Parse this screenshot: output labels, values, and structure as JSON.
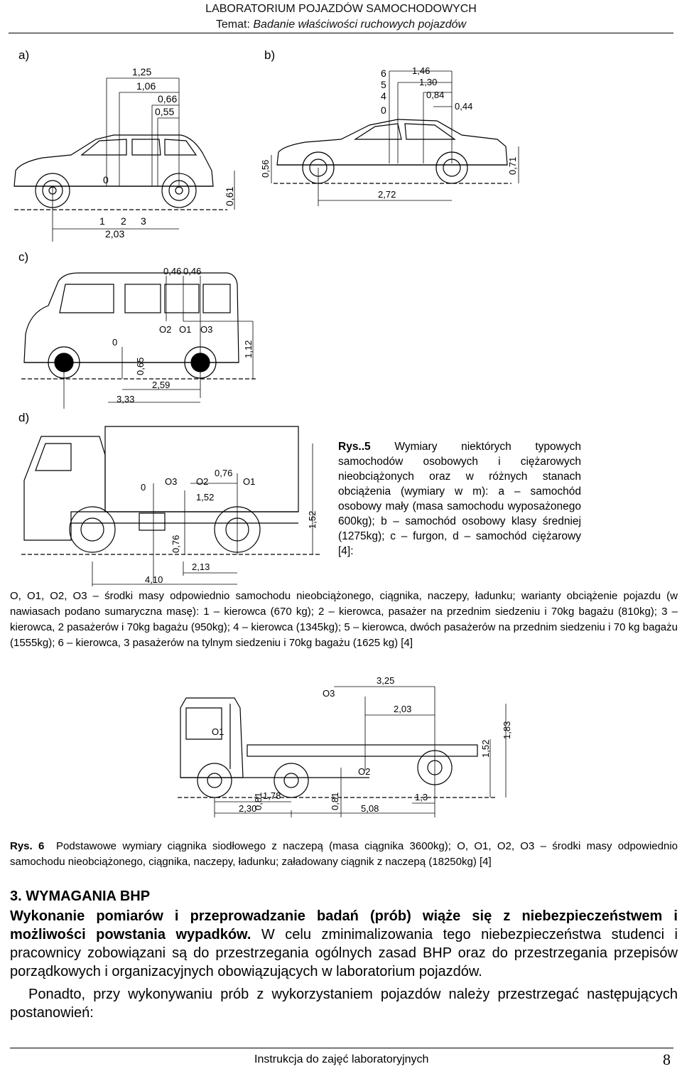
{
  "header": {
    "title": "LABORATORIUM POJAZDÓW SAMOCHODOWYCH",
    "topic_label": "Temat:",
    "topic": "Badanie właściwości ruchowych pojazdów"
  },
  "figure5": {
    "panel_labels": [
      "a)",
      "b)",
      "c)",
      "d)"
    ],
    "a": {
      "top_dims": [
        "1,25",
        "1,06",
        "0,66",
        "0,55"
      ],
      "origin": "0",
      "bottom_marks": [
        "1",
        "2",
        "3"
      ],
      "wheelbase": "2,03",
      "height": "0,61"
    },
    "b": {
      "load_marks": [
        "6",
        "5",
        "4",
        "0"
      ],
      "top_dims": [
        "1,46",
        "1,30",
        "0,84",
        "0,44"
      ],
      "left_height": "0,56",
      "right_height": "0,71",
      "wheelbase": "2,72"
    },
    "c": {
      "top_dims": [
        "0,46",
        "0,46"
      ],
      "centers": [
        "0",
        "O2",
        "O1",
        "O3"
      ],
      "height_mid": "0,65",
      "height_right": "1,12",
      "dim_a": "2,59",
      "dim_b": "3,33"
    },
    "d": {
      "centers": [
        "0",
        "O3",
        "O2",
        "O1"
      ],
      "top_dim": "0,76",
      "dim_mid": "1,52",
      "height_right": "1,52",
      "height_low": "0,76",
      "dim_a": "2,13",
      "dim_b": "4,10"
    },
    "caption_prefix": "Rys.",
    "caption_num": ".5",
    "caption_text": " Wymiary niektórych typowych samochodów osobowych i ciężarowych nieobciążonych oraz w różnych stanach obciążenia (wymiary w m): a – samochód osobowy mały (masa samochodu wyposażonego 600kg); b – samochód osobowy klasy średniej (1275kg); c – furgon, d – samochód ciężarowy [4]:"
  },
  "legend": "O, O1, O2, O3 – środki masy odpowiednio samochodu nieobciążonego, ciągnika, naczepy, ładunku; warianty obciążenie pojazdu (w nawiasach podano sumaryczna masę): 1 – kierowca (670 kg); 2 – kierowca, pasażer na przednim siedzeniu i 70kg bagażu (810kg); 3 – kierowca, 2 pasażerów i 70kg bagażu (950kg); 4 – kierowca (1345kg); 5 – kierowca, dwóch pasażerów na przednim siedzeniu i 70 kg bagażu (1555kg); 6 – kierowca, 3 pasażerów na tylnym siedzeniu i 70kg bagażu (1625 kg) [4]",
  "figure6": {
    "centers": [
      "O3",
      "O1",
      "O2"
    ],
    "top_dims": [
      "3,25",
      "2,03",
      "1,3"
    ],
    "heights": [
      "1,52",
      "1,83",
      "0,81",
      "0,81"
    ],
    "bottom_dims": [
      "1,78",
      "2,30",
      "5,08"
    ],
    "caption_prefix": "Rys.",
    "caption_num": "6",
    "caption_text": "Podstawowe wymiary ciągnika siodłowego z naczepą (masa ciągnika 3600kg); O, O1, O2, O3 – środki masy odpowiednio samochodu nieobciążonego, ciągnika, naczepy, ładunku; załadowany ciągnik z naczepą (18250kg) [4]"
  },
  "bhp": {
    "heading": "3.  WYMAGANIA BHP",
    "bold_text": "Wykonanie pomiarów i przeprowadzanie badań (prób) wiąże się z niebezpieczeństwem i możliwości powstania wypadków.",
    "text": " W celu zminimalizowania tego niebezpieczeństwa studenci i pracownicy zobowiązani są do przestrzegania ogólnych zasad BHP oraz do przestrzegania przepisów porządkowych i organizacyjnych obowiązujących w laboratorium pojazdów.",
    "para2": "Ponadto, przy wykonywaniu prób z wykorzystaniem pojazdów należy przestrzegać następujących postanowień:"
  },
  "footer": {
    "text": "Instrukcja do zajęć laboratoryjnych",
    "page": "8"
  }
}
